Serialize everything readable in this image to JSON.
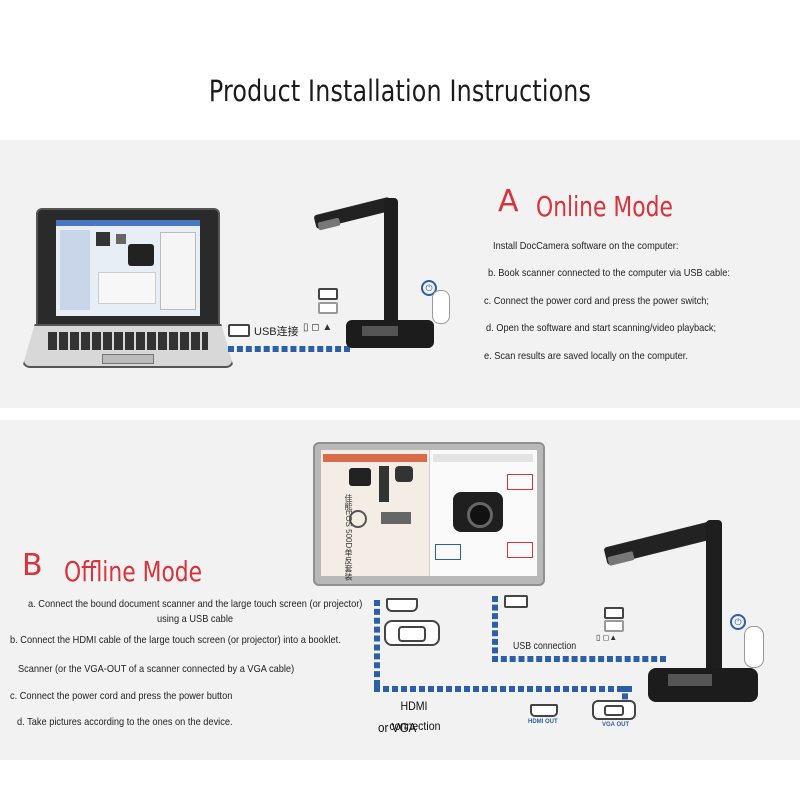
{
  "title": "Product Installation Instructions",
  "sectionA": {
    "letter": "A",
    "name": "Online Mode",
    "intro": "Install DocCamera software on the computer:",
    "steps": [
      "b. Book scanner connected to the computer via USB cable:",
      "c. Connect the power cord and press the power switch;",
      "d. Open the software and start scanning/video playback;",
      "e. Scan results are saved locally on the computer."
    ],
    "usb_label": "USB连接"
  },
  "sectionB": {
    "letter": "B",
    "name": "Offline Mode",
    "steps": [
      "a. Connect the bound document scanner and the large touch screen (or projector)",
      "using a USB cable",
      "b. Connect the HDMI cable of the large touch screen (or projector) into a booklet.",
      "Scanner (or the VGA-OUT of a scanner connected by a VGA cable)",
      "c. Connect the power cord and press the power button",
      "d. Take pictures according to the ones on the device."
    ],
    "usb_connection": "USB connection",
    "hdmi_connection": "HDMI connection",
    "or_vga": "or VGA",
    "hdmi_out": "HDMI OUT",
    "vga_out": "VGA OUT",
    "screen_vertical_text": "佳能EOS 500D单反套装"
  },
  "colors": {
    "accent": "#d8323b",
    "cable": "#2d5fa8"
  }
}
